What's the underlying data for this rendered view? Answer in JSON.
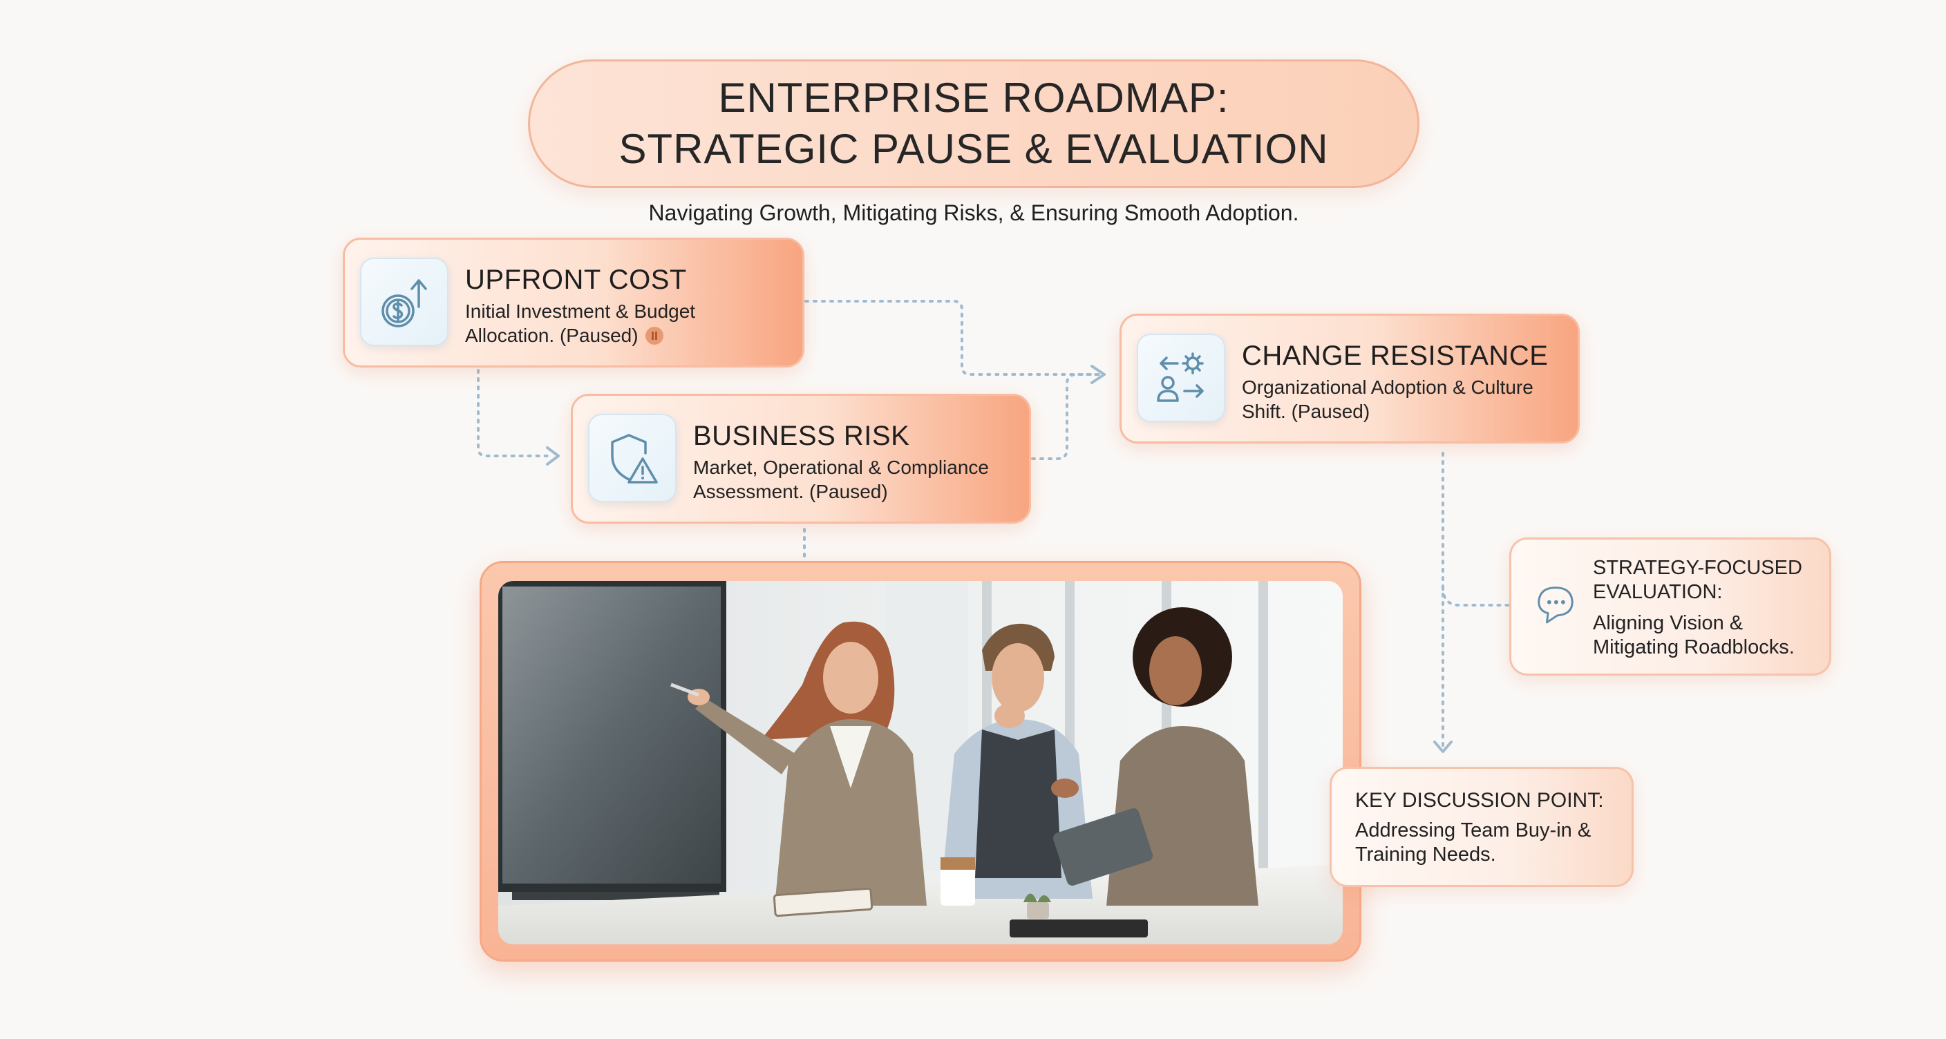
{
  "title": {
    "line1": "ENTERPRISE ROADMAP:",
    "line2": "STRATEGIC PAUSE & EVALUATION"
  },
  "subtitle": "Navigating Growth, Mitigating Risks, & Ensuring Smooth Adoption.",
  "cards": {
    "upfront_cost": {
      "title": "UPFRONT COST",
      "line1": "Initial Investment & Budget",
      "line2": "Allocation. (Paused)",
      "icon": "dollar-growth-icon",
      "status_icon": "pause-icon"
    },
    "business_risk": {
      "title": "BUSINESS RISK",
      "line1": "Market, Operational & Compliance",
      "line2": "Assessment. (Paused)",
      "icon": "shield-warning-icon"
    },
    "change_resistance": {
      "title": "CHANGE RESISTANCE",
      "line1": "Organizational Adoption & Culture",
      "line2": "Shift. (Paused)",
      "icon": "people-gear-arrows-icon"
    }
  },
  "strategy_card": {
    "line1": "STRATEGY-FOCUSED",
    "line2": "EVALUATION:",
    "line3": "Aligning Vision &",
    "line4": "Mitigating Roadblocks.",
    "icon": "chat-bubble-icon"
  },
  "key_point": {
    "line1": "KEY DISCUSSION POINT:",
    "line2": "Addressing Team Buy-in &",
    "line3": "Training Needs."
  },
  "photo": {
    "description_icon": "team-meeting-photo"
  },
  "colors": {
    "accent_orange": "#f8a580",
    "card_light": "#fde0d0",
    "connector_blue": "#9ebbd0",
    "icon_blue": "#5f8eab"
  }
}
